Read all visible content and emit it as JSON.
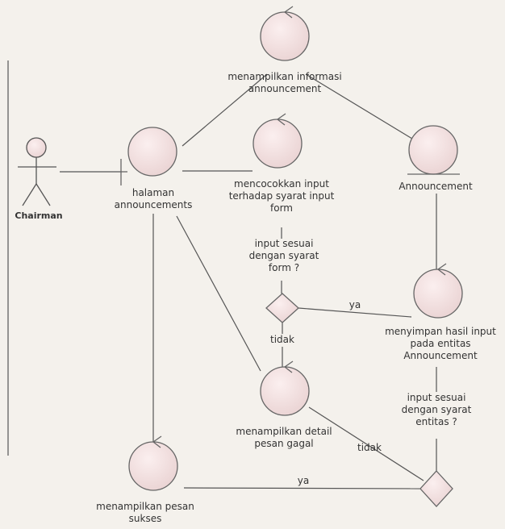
{
  "diagram": {
    "title": "",
    "colors": {
      "background": "#f4f1ec",
      "line": "#555555",
      "node_fill": "#f3dede",
      "node_stroke": "#666666",
      "text": "#333333"
    },
    "actor": {
      "label": "Chairman",
      "kind": "actor"
    },
    "nodes": [
      {
        "id": "halaman_announcements",
        "kind": "boundary",
        "lines": [
          "halaman",
          "announcements"
        ]
      },
      {
        "id": "menampilkan_informasi",
        "kind": "control",
        "lines": [
          "menampilkan informasi",
          "announcement"
        ]
      },
      {
        "id": "mencocokkan_input",
        "kind": "control",
        "lines": [
          "mencocokkan input",
          "terhadap syarat input",
          "form"
        ]
      },
      {
        "id": "announcement_entity",
        "kind": "entity",
        "lines": [
          "Announcement"
        ]
      },
      {
        "id": "menyimpan_hasil",
        "kind": "control",
        "lines": [
          "menyimpan hasil input",
          "pada entitas",
          "Announcement"
        ]
      },
      {
        "id": "menampilkan_gagal",
        "kind": "control",
        "lines": [
          "menampilkan detail",
          "pesan gagal"
        ]
      },
      {
        "id": "menampilkan_sukses",
        "kind": "control",
        "lines": [
          "menampilkan pesan",
          "sukses"
        ]
      }
    ],
    "decisions": [
      {
        "id": "cek_form",
        "lines": [
          "input sesuai",
          "dengan syarat",
          "form ?"
        ]
      },
      {
        "id": "cek_entitas",
        "lines": [
          "input sesuai",
          "dengan syarat",
          "entitas ?"
        ]
      }
    ],
    "edge_labels": {
      "ya_1": "ya",
      "tidak_1": "tidak",
      "tidak_2": "tidak",
      "ya_2": "ya"
    }
  }
}
